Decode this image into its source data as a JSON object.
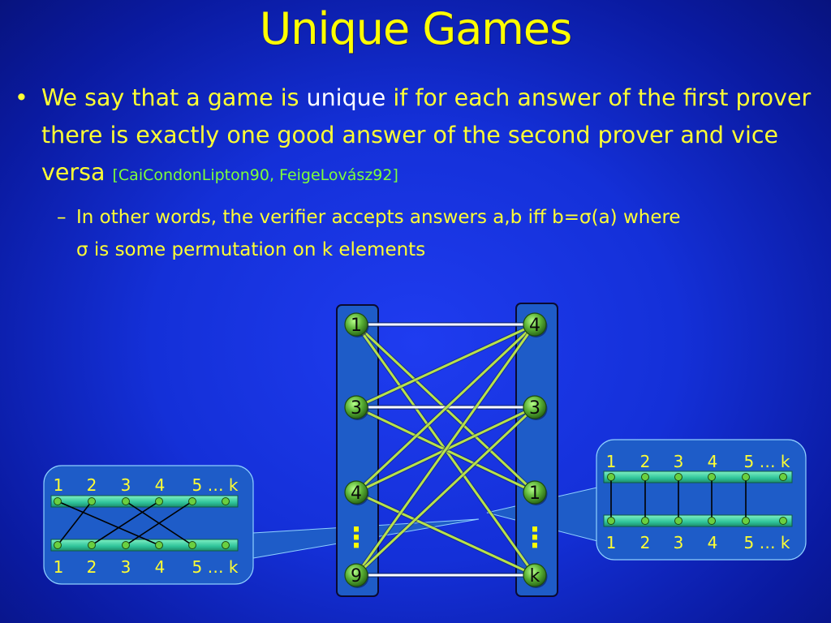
{
  "slide": {
    "title": "Unique Games",
    "bullet": {
      "marker": "•",
      "part1": "We say that a game is ",
      "highlight": "unique",
      "part2": " if for each answer of the first prover there is exactly one good answer of the second prover and vice versa ",
      "citation": "[CaiCondonLipton90, FeigeLovász92]"
    },
    "subbullet": {
      "marker": "–",
      "line1_prefix": "In other words, the verifier accepts answers a,b iff b=",
      "sigma": "σ",
      "line1_suffix": "(a) where",
      "line2_sigma": "σ",
      "line2_text": " is some permutation on k elements"
    }
  },
  "bipartite": {
    "left_nodes": [
      "1",
      "3",
      "4",
      "9"
    ],
    "right_nodes": [
      "4",
      "3",
      "1",
      "k"
    ],
    "ellipsis": "⋮",
    "edges": [
      [
        0,
        0
      ],
      [
        0,
        2
      ],
      [
        0,
        3
      ],
      [
        1,
        0
      ],
      [
        1,
        1
      ],
      [
        1,
        2
      ],
      [
        2,
        0
      ],
      [
        2,
        1
      ],
      [
        2,
        3
      ],
      [
        3,
        0
      ],
      [
        3,
        1
      ],
      [
        3,
        3
      ]
    ],
    "highlight_edges": [
      [
        0,
        0
      ],
      [
        1,
        1
      ],
      [
        2,
        2
      ],
      [
        3,
        3
      ]
    ]
  },
  "left_inset": {
    "top_labels": [
      "1",
      "2",
      "3",
      "4",
      "5 … k"
    ],
    "bottom_labels": [
      "1",
      "2",
      "3",
      "4",
      "5 … k"
    ],
    "mapping": [
      3,
      0,
      4,
      1,
      2
    ]
  },
  "right_inset": {
    "top_labels": [
      "1",
      "2",
      "3",
      "4",
      "5 … k"
    ],
    "bottom_labels": [
      "1",
      "2",
      "3",
      "4",
      "5 … k"
    ],
    "mapping": [
      0,
      1,
      2,
      3,
      4
    ]
  },
  "colors": {
    "title": "#ffff00",
    "text": "#ffff33",
    "highlight": "#ffffff",
    "citation": "#7dff3a",
    "edge": "#b8e24a",
    "highlight_edge": "#ffffff",
    "node": "#5ab235",
    "bar": "#2fc49a",
    "panel": "#1e5cc8"
  }
}
